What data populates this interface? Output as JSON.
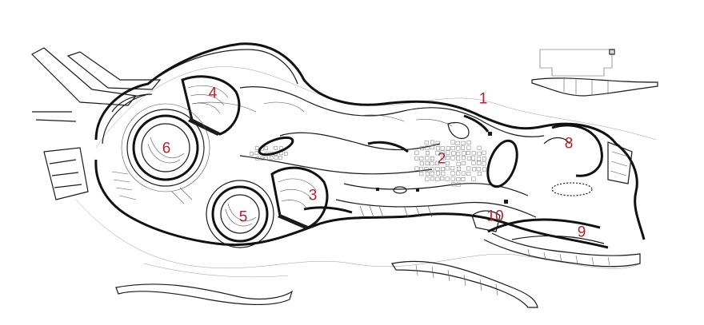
{
  "plan": {
    "labels": [
      {
        "id": "l1",
        "text": "1"
      },
      {
        "id": "l2",
        "text": "2"
      },
      {
        "id": "l3",
        "text": "3"
      },
      {
        "id": "l4",
        "text": "4"
      },
      {
        "id": "l5",
        "text": "5"
      },
      {
        "id": "l6",
        "text": "6"
      },
      {
        "id": "l8",
        "text": "8"
      },
      {
        "id": "l9",
        "text": "9"
      },
      {
        "id": "l10",
        "text": "10"
      }
    ],
    "label_color": "#b1232d",
    "line_color": "#1a1a1a"
  }
}
